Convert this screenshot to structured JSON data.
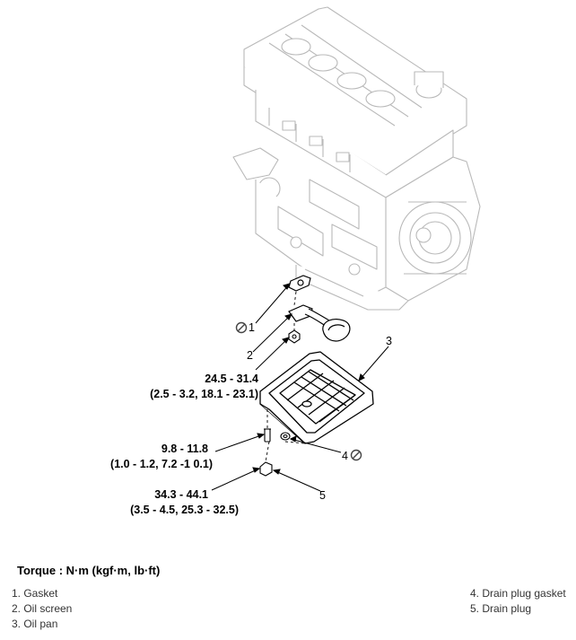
{
  "callouts": {
    "c1": "1",
    "c2": "2",
    "c3": "3",
    "c4": "4",
    "c5": "5"
  },
  "torques": {
    "oil_pan_bolts": {
      "line1": "24.5 - 31.4",
      "line2": "(2.5 - 3.2, 18.1 - 23.1)"
    },
    "small_bolt": {
      "line1": "9.8 - 11.8",
      "line2": "(1.0 - 1.2, 7.2 -1 0.1)"
    },
    "drain_plug": {
      "line1": "34.3 - 44.1",
      "line2": "(3.5 - 4.5, 25.3 - 32.5)"
    }
  },
  "legend_title": "Torque : N·m (kgf·m, lb·ft)",
  "legend": {
    "left": [
      "1. Gasket",
      "2. Oil screen",
      "3. Oil pan"
    ],
    "right": [
      "4. Drain plug gasket",
      "5. Drain plug"
    ]
  },
  "icons": [
    "do-not-reuse-icon"
  ]
}
